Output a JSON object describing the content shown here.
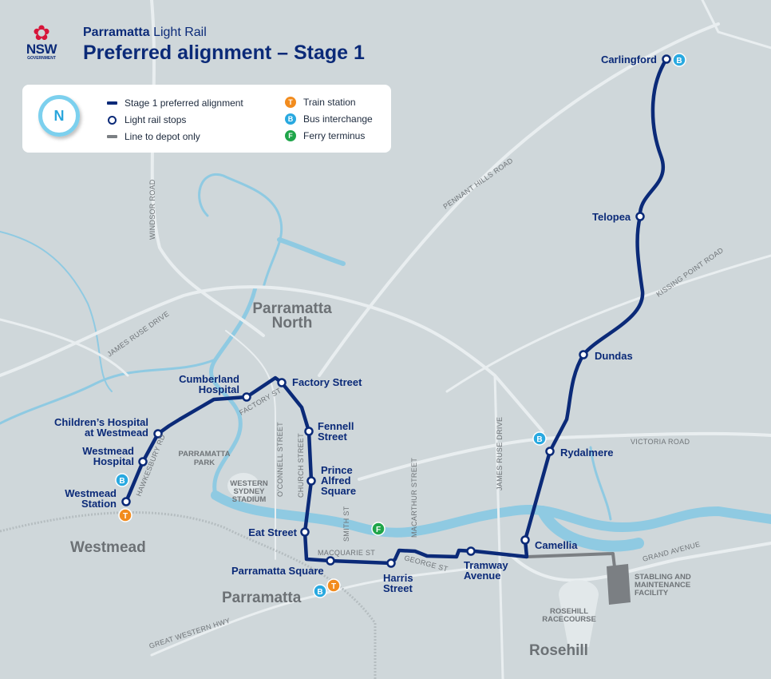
{
  "header": {
    "logo_text": "NSW",
    "logo_sub": "GOVERNMENT",
    "title_bold": "Parramatta",
    "title_light": "Light Rail",
    "subtitle": "Preferred alignment – Stage 1"
  },
  "legend": {
    "compass_letter": "N",
    "items": [
      {
        "label": "Stage 1 preferred alignment",
        "symbol": "line",
        "color": "#0b2a78"
      },
      {
        "label": "Light rail stops",
        "symbol": "ring",
        "color": "#0b2a78"
      },
      {
        "label": "Line to depot only",
        "symbol": "line",
        "color": "#7b7f83"
      },
      {
        "label": "Train station",
        "symbol": "T",
        "color": "#f28c1e"
      },
      {
        "label": "Bus interchange",
        "symbol": "B",
        "color": "#29a9e0"
      },
      {
        "label": "Ferry terminus",
        "symbol": "F",
        "color": "#1fa54a"
      }
    ]
  },
  "colors": {
    "route": "#0b2a78",
    "depot": "#7b7f83",
    "river": "#8fcae2",
    "road": "#e9eef0",
    "background": "#cfd7da"
  },
  "stops": [
    {
      "name": [
        "Carlingford"
      ]
    },
    {
      "name": [
        "Telopea"
      ]
    },
    {
      "name": [
        "Dundas"
      ]
    },
    {
      "name": [
        "Rydalmere"
      ]
    },
    {
      "name": [
        "Camellia"
      ]
    },
    {
      "name": [
        "Tramway",
        "Avenue"
      ]
    },
    {
      "name": [
        "Harris",
        "Street"
      ]
    },
    {
      "name": [
        "Parramatta Square"
      ]
    },
    {
      "name": [
        "Eat Street"
      ]
    },
    {
      "name": [
        "Prince",
        "Alfred",
        "Square"
      ]
    },
    {
      "name": [
        "Fennell",
        "Street"
      ]
    },
    {
      "name": [
        "Factory Street"
      ]
    },
    {
      "name": [
        "Cumberland",
        "Hospital"
      ]
    },
    {
      "name": [
        "Children’s Hospital",
        "at Westmead"
      ]
    },
    {
      "name": [
        "Westmead",
        "Hospital"
      ]
    },
    {
      "name": [
        "Westmead",
        "Station"
      ]
    }
  ],
  "badges": {
    "train": "T",
    "bus": "B",
    "ferry": "F"
  },
  "roads": {
    "windsor": "WINDSOR ROAD",
    "pennant_hills": "PENNANT HILLS ROAD",
    "kissing_point": "KISSING POINT ROAD",
    "james_ruse_w": "JAMES RUSE DRIVE",
    "james_ruse_e": "JAMES RUSE DRIVE",
    "victoria": "VICTORIA ROAD",
    "grand": "GRAND AVENUE",
    "factory": "FACTORY ST",
    "hawkesbury": "HAWKESBURY RD",
    "oconnell": "O’CONNELL STREET",
    "church": "CHURCH  STREET",
    "smith": "SMITH ST",
    "macarthur": "MACARTHUR STREET",
    "macquarie": "MACQUARIE ST",
    "george": "GEORGE ST",
    "great_western": "GREAT WESTERN HWY"
  },
  "places": {
    "parramatta_north": [
      "Parramatta",
      "North"
    ],
    "westmead": "Westmead",
    "parramatta": "Parramatta",
    "rosehill": "Rosehill",
    "parramatta_park": [
      "PARRAMATTA",
      "PARK"
    ],
    "stadium": [
      "WESTERN",
      "SYDNEY",
      "STADIUM"
    ],
    "racecourse": [
      "ROSEHILL",
      "RACECOURSE"
    ],
    "depot": [
      "STABLING AND",
      "MAINTENANCE",
      "FACILITY"
    ]
  }
}
